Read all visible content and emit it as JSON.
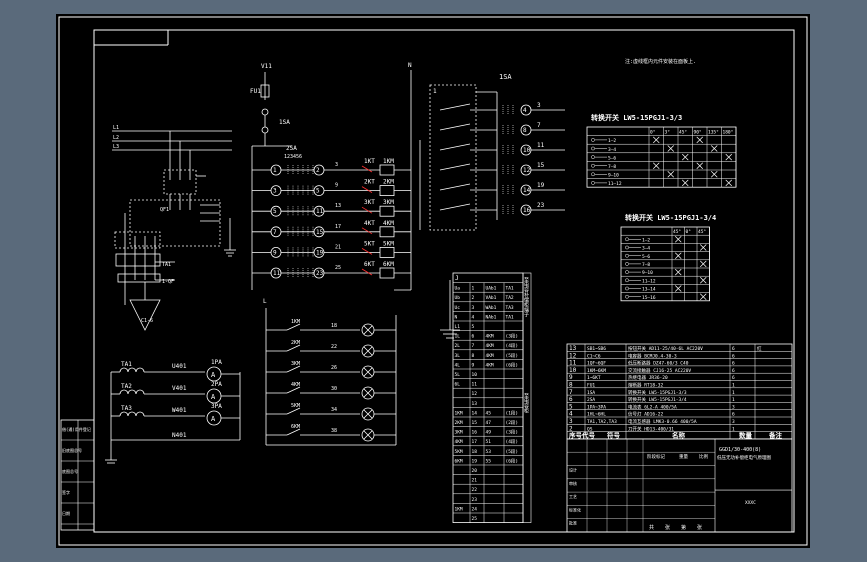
{
  "colors": {
    "background": "#5a6a7b",
    "sheet": "#000000",
    "line": "#ffffff",
    "accent": "#ff3030"
  },
  "notes": {
    "top_right": "注:虚线框内元件安装在面板上."
  },
  "power": {
    "phases": [
      "L1",
      "L2",
      "L3"
    ],
    "neutral": "N",
    "top_fuse": "V11",
    "fuse_label": "FU1",
    "switch_label": "1SA",
    "switch2_label": "2SA",
    "switch2_positions": "123456",
    "lower_block": [
      "QF1",
      "TA1",
      "PE1",
      "1-QF",
      "C1-6"
    ]
  },
  "switch2_rows": [
    {
      "left": "1",
      "mid": "2",
      "relay": "1KT",
      "coil": "1KM",
      "out": "3"
    },
    {
      "left": "3",
      "mid": "5",
      "relay": "2KT",
      "coil": "2KM",
      "out": "9"
    },
    {
      "left": "5",
      "mid": "11",
      "relay": "3KT",
      "coil": "3KM",
      "out": "13"
    },
    {
      "left": "7",
      "mid": "15",
      "relay": "4KT",
      "coil": "4KM",
      "out": "17"
    },
    {
      "left": "9",
      "mid": "19",
      "relay": "5KT",
      "coil": "5KM",
      "out": "21"
    },
    {
      "left": "11",
      "mid": "23",
      "relay": "6KT",
      "coil": "6KM",
      "out": "25"
    }
  ],
  "switch_right": {
    "label": "1SA",
    "box_label": "1",
    "rows": [
      {
        "ring": "4",
        "out": "3"
      },
      {
        "ring": "8",
        "out": "7"
      },
      {
        "ring": "10",
        "out": "11"
      },
      {
        "ring": "12",
        "out": "15"
      },
      {
        "ring": "14",
        "out": "19"
      },
      {
        "ring": "16",
        "out": "23"
      }
    ]
  },
  "lamps": {
    "bus_label": "L",
    "rows": [
      {
        "contact": "1KM",
        "num": "18"
      },
      {
        "contact": "2KM",
        "num": "22"
      },
      {
        "contact": "3KM",
        "num": "26"
      },
      {
        "contact": "4KM",
        "num": "30"
      },
      {
        "contact": "5KM",
        "num": "34"
      },
      {
        "contact": "6KM",
        "num": "38"
      }
    ]
  },
  "meters": {
    "rows": [
      {
        "ta": "TA1",
        "wire": "U401",
        "meter": "1PA",
        "glyph": "A"
      },
      {
        "ta": "TA2",
        "wire": "V401",
        "meter": "2PA",
        "glyph": "A"
      },
      {
        "ta": "TA3",
        "wire": "W401",
        "meter": "3PA",
        "glyph": "A"
      }
    ],
    "bottom_wire": "N401"
  },
  "terminal": {
    "header": "J",
    "rows": [
      [
        "Ua",
        "1",
        "UAb1",
        "TA1"
      ],
      [
        "Ub",
        "2",
        "VAb1",
        "TA2"
      ],
      [
        "Uc",
        "3",
        "WAb1",
        "TA3"
      ],
      [
        "N",
        "4",
        "NAb1",
        "TA1"
      ],
      [
        "L1",
        "5",
        "",
        ""
      ],
      [
        "1L",
        "6",
        "4KM",
        "(3段)"
      ],
      [
        "2L",
        "7",
        "4KM",
        "(4段)"
      ],
      [
        "3L",
        "8",
        "4KM",
        "(5段)"
      ],
      [
        "4L",
        "9",
        "4KM",
        "(6段)"
      ],
      [
        "5L",
        "10",
        "",
        ""
      ],
      [
        "6L",
        "11",
        "",
        ""
      ],
      [
        "",
        "12",
        "",
        ""
      ],
      [
        "",
        "13",
        "",
        ""
      ],
      [
        "1KM",
        "14",
        "45",
        "(1段)"
      ],
      [
        "2KM",
        "15",
        "47",
        "(2段)"
      ],
      [
        "3KM",
        "16",
        "49",
        "(3段)"
      ],
      [
        "4KM",
        "17",
        "51",
        "(4段)"
      ],
      [
        "5KM",
        "18",
        "53",
        "(5段)"
      ],
      [
        "6KM",
        "19",
        "55",
        "(6段)"
      ],
      [
        "",
        "20",
        "",
        ""
      ],
      [
        "",
        "21",
        "",
        ""
      ],
      [
        "",
        "22",
        "",
        ""
      ],
      [
        "",
        "23",
        "",
        ""
      ],
      [
        "1KM",
        "24",
        "",
        ""
      ],
      [
        "",
        "25",
        "",
        ""
      ]
    ],
    "side_label_top": "至电容补偿柜端子",
    "side_label_bottom": "至电容柜"
  },
  "switch_table_1": {
    "title": "转换开关 LW5-15PGJ1-3/3",
    "headers": [
      "",
      "0°",
      "3°",
      "45°",
      "90°",
      "135°",
      "180°"
    ],
    "rows": [
      "1—2",
      "3—4",
      "5—6",
      "7—8",
      "9—10",
      "11—12"
    ],
    "marks": [
      [
        1,
        0,
        0,
        1,
        0,
        0
      ],
      [
        0,
        1,
        0,
        0,
        1,
        0
      ],
      [
        0,
        0,
        1,
        0,
        0,
        1
      ],
      [
        1,
        0,
        0,
        1,
        0,
        0
      ],
      [
        0,
        1,
        0,
        0,
        1,
        0
      ],
      [
        0,
        0,
        1,
        0,
        0,
        1
      ]
    ]
  },
  "switch_table_2": {
    "title": "转换开关 LW5-15PGJ1-3/4",
    "headers": [
      "",
      "45°",
      "0°",
      "45°"
    ],
    "rows": [
      "1—2",
      "3—4",
      "5—6",
      "7—8",
      "9—10",
      "11—12",
      "13—14",
      "15—16"
    ],
    "marks": [
      [
        1,
        0,
        0
      ],
      [
        0,
        0,
        1
      ],
      [
        1,
        0,
        0
      ],
      [
        0,
        0,
        1
      ],
      [
        1,
        0,
        0
      ],
      [
        0,
        0,
        1
      ],
      [
        1,
        0,
        0
      ],
      [
        0,
        0,
        1
      ]
    ]
  },
  "bom": {
    "rows": [
      [
        "13",
        "SB1~SB6",
        "按钮开关 AD11-25/40-6L AC220V",
        "6",
        "红"
      ],
      [
        "12",
        "C1~C6",
        "电容器 BCMJ0.4-30-3",
        "6",
        ""
      ],
      [
        "11",
        "1QF~6QF",
        "低压断路器 DZ47-60/3 C40",
        "6",
        ""
      ],
      [
        "10",
        "1KM~6KM",
        "交流接触器 CJ16-25 AC220V",
        "6",
        ""
      ],
      [
        "9",
        "1~6KT",
        "热继电器 JR36-20",
        "6",
        ""
      ],
      [
        "8",
        "FU1",
        "熔断器 RT18-32",
        "1",
        ""
      ],
      [
        "7",
        "1SA",
        "转换开关 LW5-15PGJ1-3/3",
        "1",
        ""
      ],
      [
        "6",
        "2SA",
        "转换开关 LW5-15PGJ1-3/4",
        "1",
        ""
      ],
      [
        "5",
        "1PA~3PA",
        "电流表 6L2-A 400/5A",
        "3",
        ""
      ],
      [
        "4",
        "1HL~6HL",
        "信号灯 AD16-22",
        "6",
        ""
      ],
      [
        "3",
        "TA1,TA2,TA3",
        "电流互感器 LMK3-0.66 400/5A",
        "3",
        ""
      ],
      [
        "2",
        "QS",
        "刀开关 HD13-400/31",
        "1",
        ""
      ]
    ],
    "header": [
      "序号代号",
      "符号",
      "名称",
      "数量",
      "备注"
    ],
    "drawing_title": "GGD1/30-400(8)",
    "drawing_subtitle": "低压无功补偿柜电气原理图",
    "company": "XXXC",
    "title_cells": [
      "设计",
      "审核",
      "工艺",
      "标准化",
      "批准"
    ],
    "stage_label": "阶段标记",
    "weight_label": "重量",
    "scale_label": "比例",
    "sheet_labels": [
      "共",
      "张",
      "第",
      "张"
    ]
  },
  "left_strip": [
    "借(通)用件登记",
    "旧底图总号",
    "底图总号",
    "签字",
    "日期"
  ]
}
